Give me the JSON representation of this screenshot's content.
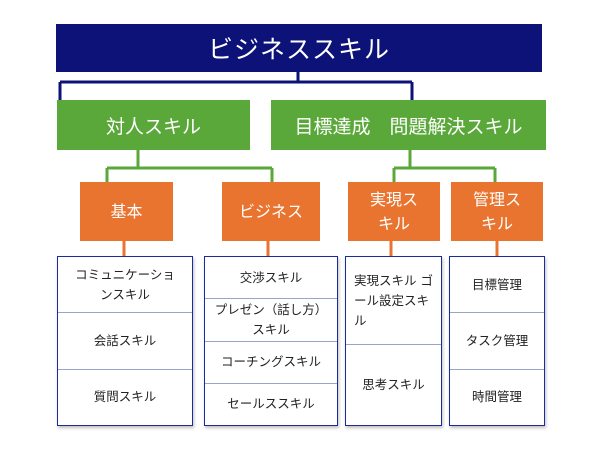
{
  "title": "ビジネススキル",
  "categories": [
    {
      "label": "対人スキル"
    },
    {
      "label": "目標達成　問題解決スキル"
    }
  ],
  "subcategories": [
    {
      "label": "基本"
    },
    {
      "label": "ビジネス"
    },
    {
      "label": "実現スキル"
    },
    {
      "label": "管理スキル"
    }
  ],
  "skills": {
    "basic": [
      "コミュニケーションスキル",
      "会話スキル",
      "質問スキル"
    ],
    "business": [
      "交渉スキル",
      "プレゼン（話し方）スキル",
      "コーチングスキル",
      "セールススキル"
    ],
    "realization": [
      "実現スキル ゴール設定スキル",
      "思考スキル"
    ],
    "management": [
      "目標管理",
      "タスク管理",
      "時間管理"
    ]
  },
  "colors": {
    "title_bg": "#0c1278",
    "category_bg": "#5aa83a",
    "subcategory_bg": "#e8742f",
    "connector": "#0c1278"
  }
}
